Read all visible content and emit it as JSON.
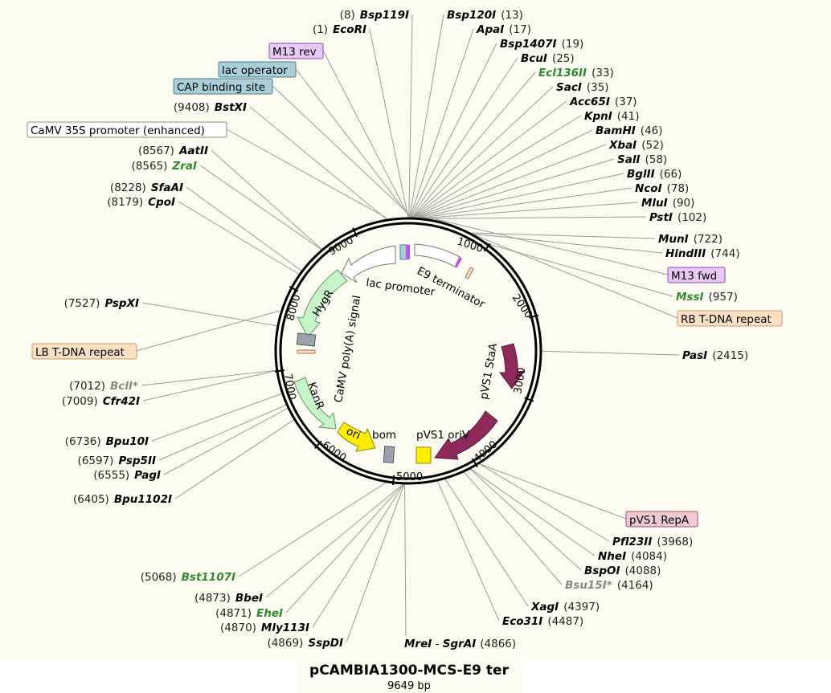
{
  "title": "pCAMBIA1300-MCS-E9 ter",
  "length_label": "9649 bp",
  "total_bp": 9649,
  "ticks": [
    "1000",
    "2000",
    "3000",
    "4000",
    "5000",
    "6000",
    "7000",
    "8000",
    "9000"
  ],
  "sites_left": [
    {
      "id": "ecori",
      "pos": "(1)",
      "name": "EcoRI",
      "style": "black",
      "bp": 1
    },
    {
      "id": "bsp119i",
      "pos": "(8)",
      "name": "Bsp119I",
      "style": "black",
      "bp": 8
    },
    {
      "id": "bstxi",
      "pos": "(9408)",
      "name": "BstXI",
      "style": "black",
      "bp": 9408
    },
    {
      "id": "aatii",
      "pos": "(8567)",
      "name": "AatII",
      "style": "black",
      "bp": 8567
    },
    {
      "id": "zrai",
      "pos": "(8565)",
      "name": "ZraI",
      "style": "green",
      "bp": 8565
    },
    {
      "id": "sfaai",
      "pos": "(8228)",
      "name": "SfaAI",
      "style": "black",
      "bp": 8228
    },
    {
      "id": "cpoi",
      "pos": "(8179)",
      "name": "CpoI",
      "style": "black",
      "bp": 8179
    },
    {
      "id": "pspxi",
      "pos": "(7527)",
      "name": "PspXI",
      "style": "black",
      "bp": 7527
    },
    {
      "id": "bcli",
      "pos": "(7012)",
      "name": "BclI*",
      "style": "gray",
      "bp": 7012
    },
    {
      "id": "cfr42i",
      "pos": "(7009)",
      "name": "Cfr42I",
      "style": "black",
      "bp": 7009
    },
    {
      "id": "bpu10i",
      "pos": "(6736)",
      "name": "Bpu10I",
      "style": "black",
      "bp": 6736
    },
    {
      "id": "psp5ii",
      "pos": "(6597)",
      "name": "Psp5II",
      "style": "black",
      "bp": 6597
    },
    {
      "id": "pagi",
      "pos": "(6555)",
      "name": "PagI",
      "style": "black",
      "bp": 6555
    },
    {
      "id": "bpu1102i",
      "pos": "(6405)",
      "name": "Bpu1102I",
      "style": "black",
      "bp": 6405
    },
    {
      "id": "bst1107i",
      "pos": "(5068)",
      "name": "Bst1107I",
      "style": "green",
      "bp": 5068
    },
    {
      "id": "bbei",
      "pos": "(4873)",
      "name": "BbeI",
      "style": "black",
      "bp": 4873
    },
    {
      "id": "ehei",
      "pos": "(4871)",
      "name": "EheI",
      "style": "green",
      "bp": 4871
    },
    {
      "id": "mly113i",
      "pos": "(4870)",
      "name": "Mly113I",
      "style": "black",
      "bp": 4870
    },
    {
      "id": "sspdi",
      "pos": "(4869)",
      "name": "SspDI",
      "style": "black",
      "bp": 4869
    }
  ],
  "sites_right": [
    {
      "id": "bsp120i",
      "name": "Bsp120I",
      "pos": "(13)",
      "style": "black",
      "bp": 13
    },
    {
      "id": "apai",
      "name": "ApaI",
      "pos": "(17)",
      "style": "black",
      "bp": 17
    },
    {
      "id": "bsp1407i",
      "name": "Bsp1407I",
      "pos": "(19)",
      "style": "black",
      "bp": 19
    },
    {
      "id": "bcui",
      "name": "BcuI",
      "pos": "(25)",
      "style": "black",
      "bp": 25
    },
    {
      "id": "ecl136ii",
      "name": "Ecl136II",
      "pos": "(33)",
      "style": "green",
      "bp": 33
    },
    {
      "id": "saci",
      "name": "SacI",
      "pos": "(35)",
      "style": "black",
      "bp": 35
    },
    {
      "id": "acc65i",
      "name": "Acc65I",
      "pos": "(37)",
      "style": "black",
      "bp": 37
    },
    {
      "id": "kpni",
      "name": "KpnI",
      "pos": "(41)",
      "style": "black",
      "bp": 41
    },
    {
      "id": "bamhi",
      "name": "BamHI",
      "pos": "(46)",
      "style": "black",
      "bp": 46
    },
    {
      "id": "xbai",
      "name": "XbaI",
      "pos": "(52)",
      "style": "black",
      "bp": 52
    },
    {
      "id": "sali",
      "name": "SalI",
      "pos": "(58)",
      "style": "black",
      "bp": 58
    },
    {
      "id": "bglii",
      "name": "BglII",
      "pos": "(66)",
      "style": "black",
      "bp": 66
    },
    {
      "id": "ncoi",
      "name": "NcoI",
      "pos": "(78)",
      "style": "black",
      "bp": 78
    },
    {
      "id": "mlui",
      "name": "MluI",
      "pos": "(90)",
      "style": "black",
      "bp": 90
    },
    {
      "id": "psti",
      "name": "PstI",
      "pos": "(102)",
      "style": "black",
      "bp": 102
    },
    {
      "id": "muni",
      "name": "MunI",
      "pos": "(722)",
      "style": "black",
      "bp": 722
    },
    {
      "id": "hindiii",
      "name": "HindIII",
      "pos": "(744)",
      "style": "black",
      "bp": 744
    },
    {
      "id": "mssi",
      "name": "MssI",
      "pos": "(957)",
      "style": "green",
      "bp": 957
    },
    {
      "id": "pasi",
      "name": "PasI",
      "pos": "(2415)",
      "style": "black",
      "bp": 2415
    },
    {
      "id": "pfl23ii",
      "name": "Pfl23II",
      "pos": "(3968)",
      "style": "black",
      "bp": 3968
    },
    {
      "id": "nhei",
      "name": "NheI",
      "pos": "(4084)",
      "style": "black",
      "bp": 4084
    },
    {
      "id": "bspoi",
      "name": "BspOI",
      "pos": "(4088)",
      "style": "black",
      "bp": 4088
    },
    {
      "id": "bsu15i",
      "name": "Bsu15I*",
      "pos": "(4164)",
      "style": "gray",
      "bp": 4164
    },
    {
      "id": "xagi",
      "name": "XagI",
      "pos": "(4397)",
      "style": "black",
      "bp": 4397
    },
    {
      "id": "eco31i",
      "name": "Eco31I",
      "pos": "(4487)",
      "style": "black",
      "bp": 4487
    }
  ],
  "site_center": {
    "left": "MreI",
    "sep": " - ",
    "right": "SgrAI",
    "pos": "(4866)",
    "bp": 4866
  },
  "callouts": [
    {
      "id": "m13rev",
      "text": "M13 rev",
      "color": "#e8c8f8",
      "border": "#8a4aa8"
    },
    {
      "id": "lacop",
      "text": "lac operator",
      "color": "#a9cfd9",
      "border": "#4a7d8a"
    },
    {
      "id": "cap",
      "text": "CAP binding site",
      "color": "#a9cfd9",
      "border": "#4a7d8a"
    },
    {
      "id": "camv35s",
      "text": "CaMV 35S promoter (enhanced)",
      "color": "#ffffff",
      "border": "#888888"
    },
    {
      "id": "lbtdna",
      "text": "LB T-DNA repeat",
      "color": "#fbe0c4",
      "border": "#c89a6a"
    },
    {
      "id": "m13fwd",
      "text": "M13 fwd",
      "color": "#e8c8f8",
      "border": "#8a4aa8"
    },
    {
      "id": "rbtdna",
      "text": "RB T-DNA repeat",
      "color": "#fbe0c4",
      "border": "#c89a6a"
    },
    {
      "id": "repa",
      "text": "pVS1 RepA",
      "color": "#f0c8d6",
      "border": "#a0506a"
    }
  ],
  "features": {
    "e9": "E9 terminator",
    "lac": "lac promoter",
    "hygr": "HygR",
    "camvpa": "CaMV poly(A) signal",
    "kanr": "KanR",
    "ori": "ori",
    "bom": "bom",
    "pvs1_oriv": "pVS1 oriV",
    "pvs1_stab": "pVS1 StaA"
  },
  "colors": {
    "pvs1": "#8e2a5a",
    "marker": "#c8f5c8",
    "ori": "#ffee00",
    "gray_feat": "#9aa3ab",
    "white_feat": "#ffffff",
    "e9_border": "#888888",
    "backbone": "#000000",
    "line": "#999999"
  }
}
